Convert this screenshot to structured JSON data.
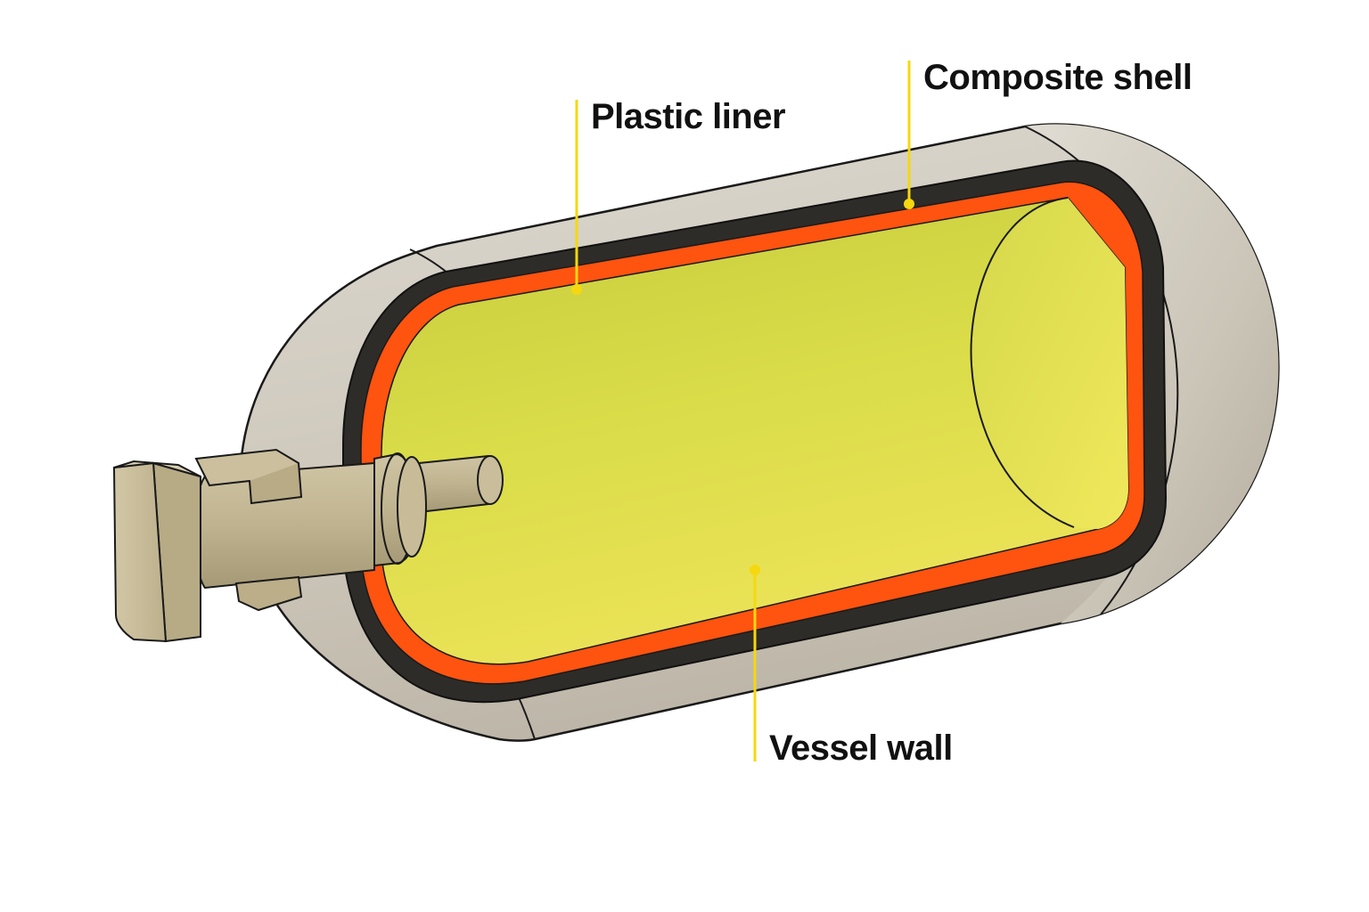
{
  "labels": {
    "composite_shell": "Composite shell",
    "plastic_liner": "Plastic liner",
    "vessel_wall": "Vessel wall"
  },
  "colors": {
    "background": "#ffffff",
    "shell": "#d2cdc2",
    "shell_dark": "#b9b3a6",
    "composite_layer": "#2e2c28",
    "liner": "#ff5310",
    "interior": "#dde04a",
    "interior_light": "#efe85a",
    "valve": "#c4b896",
    "valve_dark": "#a89c78",
    "leader_line": "#f5d80f",
    "outline": "#1a1a1a"
  }
}
